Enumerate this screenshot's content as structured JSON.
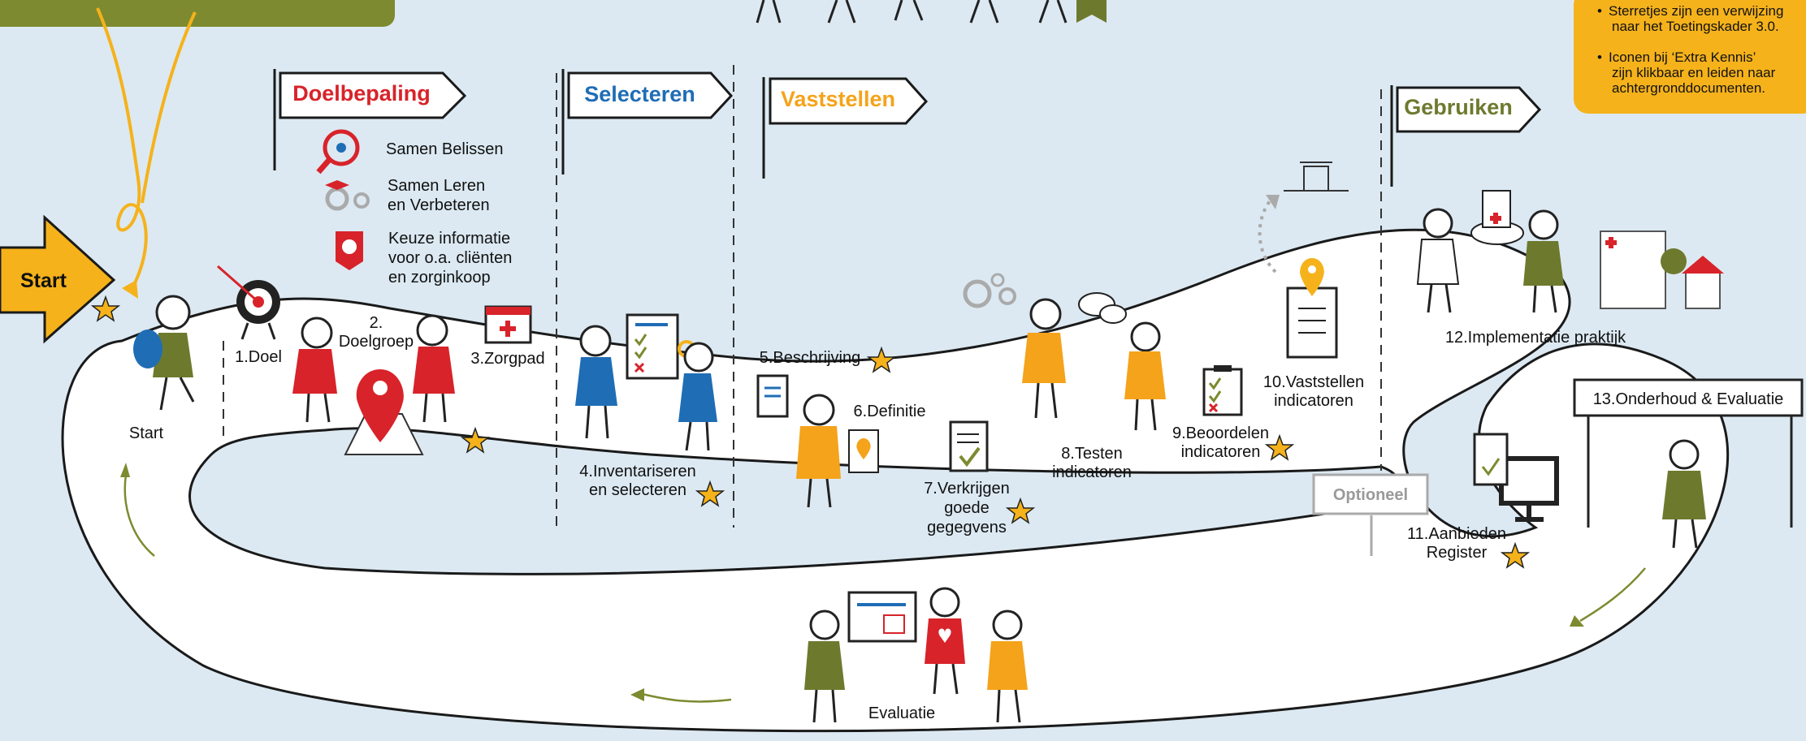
{
  "colors": {
    "background": "#dce9f2",
    "red": "#d8232a",
    "blue": "#1f6db5",
    "orange": "#f5a31b",
    "green": "#6d7a2e",
    "road": "#ffffff"
  },
  "start_arrow": {
    "label": "Start"
  },
  "flags": {
    "doelbepaling": "Doelbepaling",
    "selecteren": "Selecteren",
    "vaststellen": "Vaststellen",
    "gebruiken": "Gebruiken"
  },
  "legend": {
    "samen_belissen": "Samen Belissen",
    "samen_leren_1": "Samen Leren",
    "samen_leren_2": "en Verbeteren",
    "keuze_1": "Keuze informatie",
    "keuze_2": "voor o.a. cliënten",
    "keuze_3": "en zorginkoop"
  },
  "notes": {
    "n1_line1": "Sterretjes zijn een verwijzing",
    "n1_line2": "naar het Toetingskader 3.0.",
    "n2_line1": "Iconen bij ‘Extra Kennis’",
    "n2_line2": "zijn klikbaar en leiden naar",
    "n2_line3": "achtergronddocumenten."
  },
  "steps": {
    "start": "Start",
    "s1": "1.Doel",
    "s2a": "2.",
    "s2b": "Doelgroep",
    "s3": "3.Zorgpad",
    "s4a": "4.Inventariseren",
    "s4b": "en selecteren",
    "s5": "5.Beschrijving",
    "s6": "6.Definitie",
    "s7a": "7.Verkrijgen",
    "s7b": "goede",
    "s7c": "gegegvens",
    "s8a": "8.Testen",
    "s8b": "indicatoren",
    "s9a": "9.Beoordelen",
    "s9b": "indicatoren",
    "s10a": "10.Vaststellen",
    "s10b": "indicatoren",
    "s11a": "11.Aanbieden",
    "s11b": "Register",
    "s12": "12.Implementatie praktijk",
    "s13": "13.Onderhoud & Evaluatie",
    "optioneel": "Optioneel",
    "evaluatie": "Evaluatie"
  }
}
